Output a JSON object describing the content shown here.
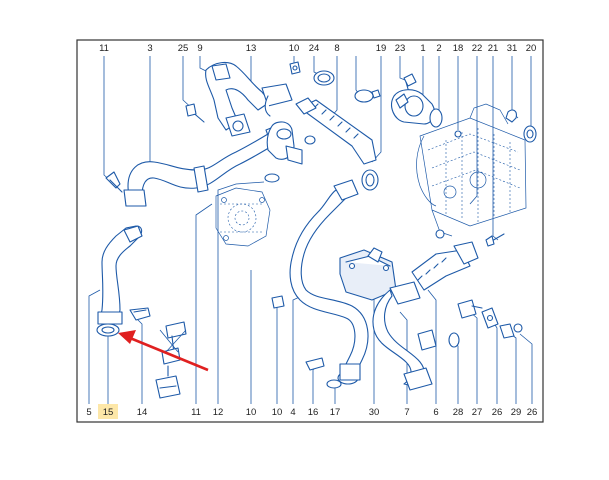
{
  "diagram": {
    "top_labels": [
      "11",
      "3",
      "25",
      "9",
      "13",
      "10",
      "24",
      "8",
      "19",
      "23",
      "1",
      "2",
      "18",
      "22",
      "21",
      "31",
      "20"
    ],
    "bottom_labels": [
      "5",
      "15",
      "14",
      "11",
      "12",
      "10",
      "4",
      "10",
      "16",
      "17",
      "30",
      "7",
      "6",
      "28",
      "27",
      "26",
      "29",
      "26"
    ],
    "highlighted_label": "15",
    "highlight_color": "#fde7a8",
    "arrow_color": "#e02020",
    "line_color": "#1e5aa8"
  }
}
